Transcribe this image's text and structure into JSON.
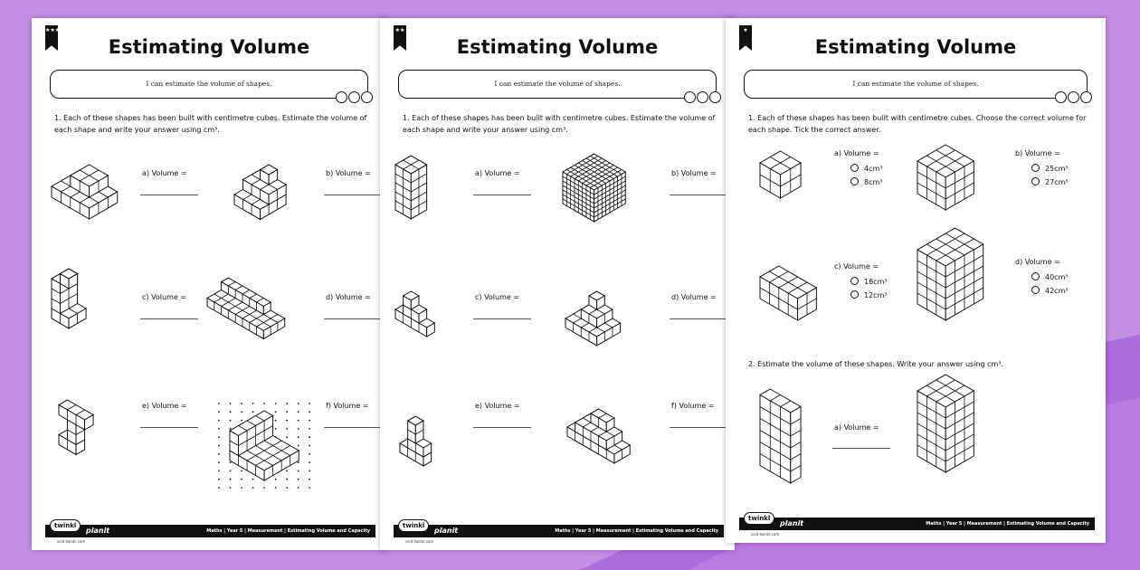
{
  "pages": [
    {
      "stars": "★★★",
      "title": "Estimating Volume",
      "target": "I can estimate the volume of shapes.",
      "question": "1.  Each of these shapes has been built with centimetre cubes. Estimate the volume of each shape and write your answer using cm³.",
      "items": [
        "a) Volume =",
        "b) Volume =",
        "c) Volume =",
        "d) Volume =",
        "e) Volume =",
        "f) Volume ="
      ]
    },
    {
      "stars": "★★",
      "title": "Estimating Volume",
      "target": "I can estimate the volume of shapes.",
      "question": "1.  Each of these shapes has been built with centimetre cubes. Estimate the volume of each shape and write your answer using cm³.",
      "items": [
        "a) Volume =",
        "b) Volume =",
        "c) Volume =",
        "d) Volume =",
        "e) Volume =",
        "f) Volume ="
      ]
    },
    {
      "stars": "★",
      "title": "Estimating Volume",
      "target": "I can estimate the volume of shapes.",
      "question": "1.  Each of these shapes has been built with centimetre cubes. Choose the correct volume for each shape. Tick the correct answer.",
      "items": [
        {
          "label": "a) Volume =",
          "options": [
            "4cm³",
            "8cm³"
          ]
        },
        {
          "label": "b) Volume =",
          "options": [
            "25cm³",
            "27cm³"
          ]
        },
        {
          "label": "c) Volume =",
          "options": [
            "16cm³",
            "12cm³"
          ]
        },
        {
          "label": "d) Volume =",
          "options": [
            "40cm³",
            "42cm³"
          ]
        }
      ],
      "question2": "2.  Estimate the volume of these shapes. Write your answer using cm³.",
      "items2": [
        "a) Volume ="
      ]
    }
  ],
  "footer": {
    "logo": "twinkl",
    "brand": "planit",
    "url": "visit twinkl.com",
    "subject": "Maths | Year 5 | Measurement | Estimating Volume and Capacity"
  },
  "brand_logo": {
    "name": "twinkl",
    "sub": "planit"
  },
  "colors": {
    "background": "#c48fe3",
    "twinkl_blue": "#1b9be0",
    "planit_purple": "#8d3fd6",
    "swoosh": "#9b52d6"
  }
}
